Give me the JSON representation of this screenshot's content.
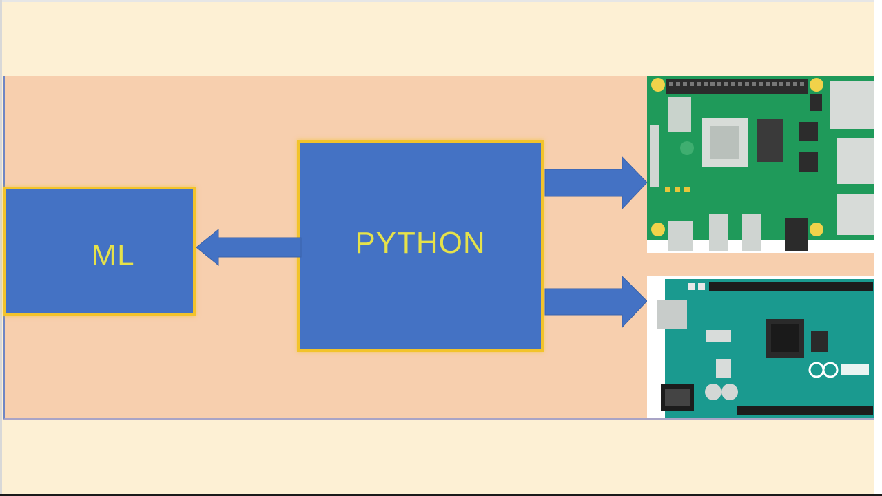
{
  "diagram": {
    "nodes": {
      "ml": {
        "label": "ML"
      },
      "python": {
        "label": "PYTHON"
      }
    },
    "edges": [
      {
        "from": "python",
        "to": "ml"
      },
      {
        "from": "python",
        "to": "raspberry-pi"
      },
      {
        "from": "python",
        "to": "arduino"
      }
    ],
    "images": [
      "raspberry-pi-board",
      "arduino-board"
    ]
  },
  "colors": {
    "background": "#fdf0d4",
    "slide": "#f7cfae",
    "box_fill": "#4472c4",
    "box_border": "#f2c32b",
    "label": "#e6e24a",
    "arrow": "#4472c4",
    "rpi_green": "#1f9a5a",
    "arduino_teal": "#1a9a8f"
  }
}
